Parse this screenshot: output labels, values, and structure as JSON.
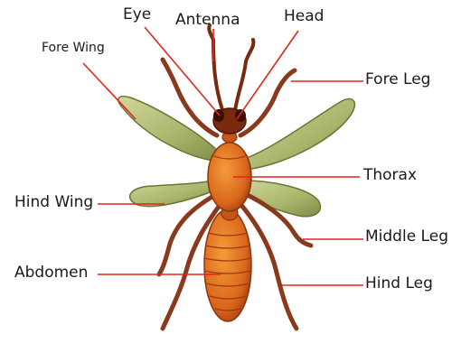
{
  "diagram": {
    "colors": {
      "leader_line": "#e1261c",
      "wing_fill": "#b7c07a",
      "body_fill": "#d9661b",
      "body_dark": "#7a2a0c",
      "leg_fill": "#8a3a1c"
    },
    "labels": {
      "eye": "Eye",
      "antenna": "Antenna",
      "head": "Head",
      "fore_wing": "Fore Wing",
      "fore_leg": "Fore Leg",
      "thorax": "Thorax",
      "hind_wing": "Hind Wing",
      "middle_leg": "Middle Leg",
      "abdomen": "Abdomen",
      "hind_leg": "Hind Leg"
    }
  }
}
